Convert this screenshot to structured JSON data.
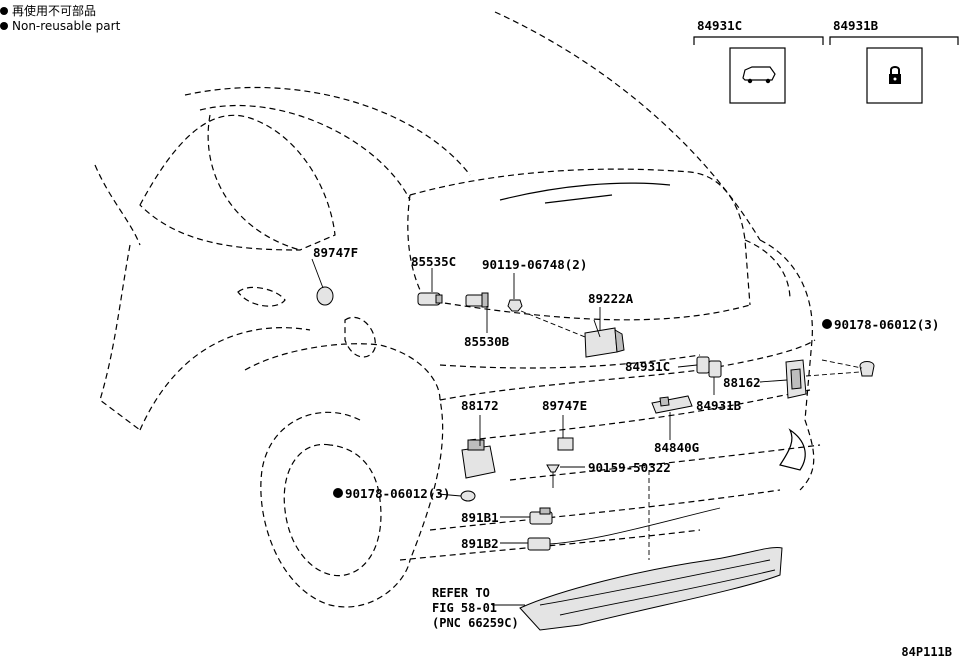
{
  "legend": [
    {
      "text": "再使用不可部品"
    },
    {
      "text": "Non-reusable part"
    }
  ],
  "parts": [
    {
      "id": "84931C",
      "label": "84931C"
    },
    {
      "id": "84931B",
      "label": "84931B"
    },
    {
      "id": "89747F",
      "label": "89747F"
    },
    {
      "id": "85535C",
      "label": "85535C"
    },
    {
      "id": "90119-06748",
      "label": "90119-06748(2)"
    },
    {
      "id": "89222A",
      "label": "89222A"
    },
    {
      "id": "85530B",
      "label": "85530B"
    },
    {
      "id": "90178-06012-R",
      "label": "90178-06012(3)"
    },
    {
      "id": "84931C-b",
      "label": "84931C"
    },
    {
      "id": "88162",
      "label": "88162"
    },
    {
      "id": "88172",
      "label": "88172"
    },
    {
      "id": "89747E",
      "label": "89747E"
    },
    {
      "id": "84931B-b",
      "label": "84931B"
    },
    {
      "id": "84840G",
      "label": "84840G"
    },
    {
      "id": "90159-50322",
      "label": "90159-50322"
    },
    {
      "id": "90178-06012-L",
      "label": "90178-06012(3)"
    },
    {
      "id": "891B1",
      "label": "891B1"
    },
    {
      "id": "891B2",
      "label": "891B2"
    }
  ],
  "refer": {
    "line1": "REFER TO",
    "line2": "FIG 58-01",
    "line3": "(PNC 66259C)"
  },
  "figure_id": "84P111B",
  "icons": {
    "switch_84931C": "vehicle-rear-hatch-icon",
    "switch_84931B": "lock-icon"
  }
}
